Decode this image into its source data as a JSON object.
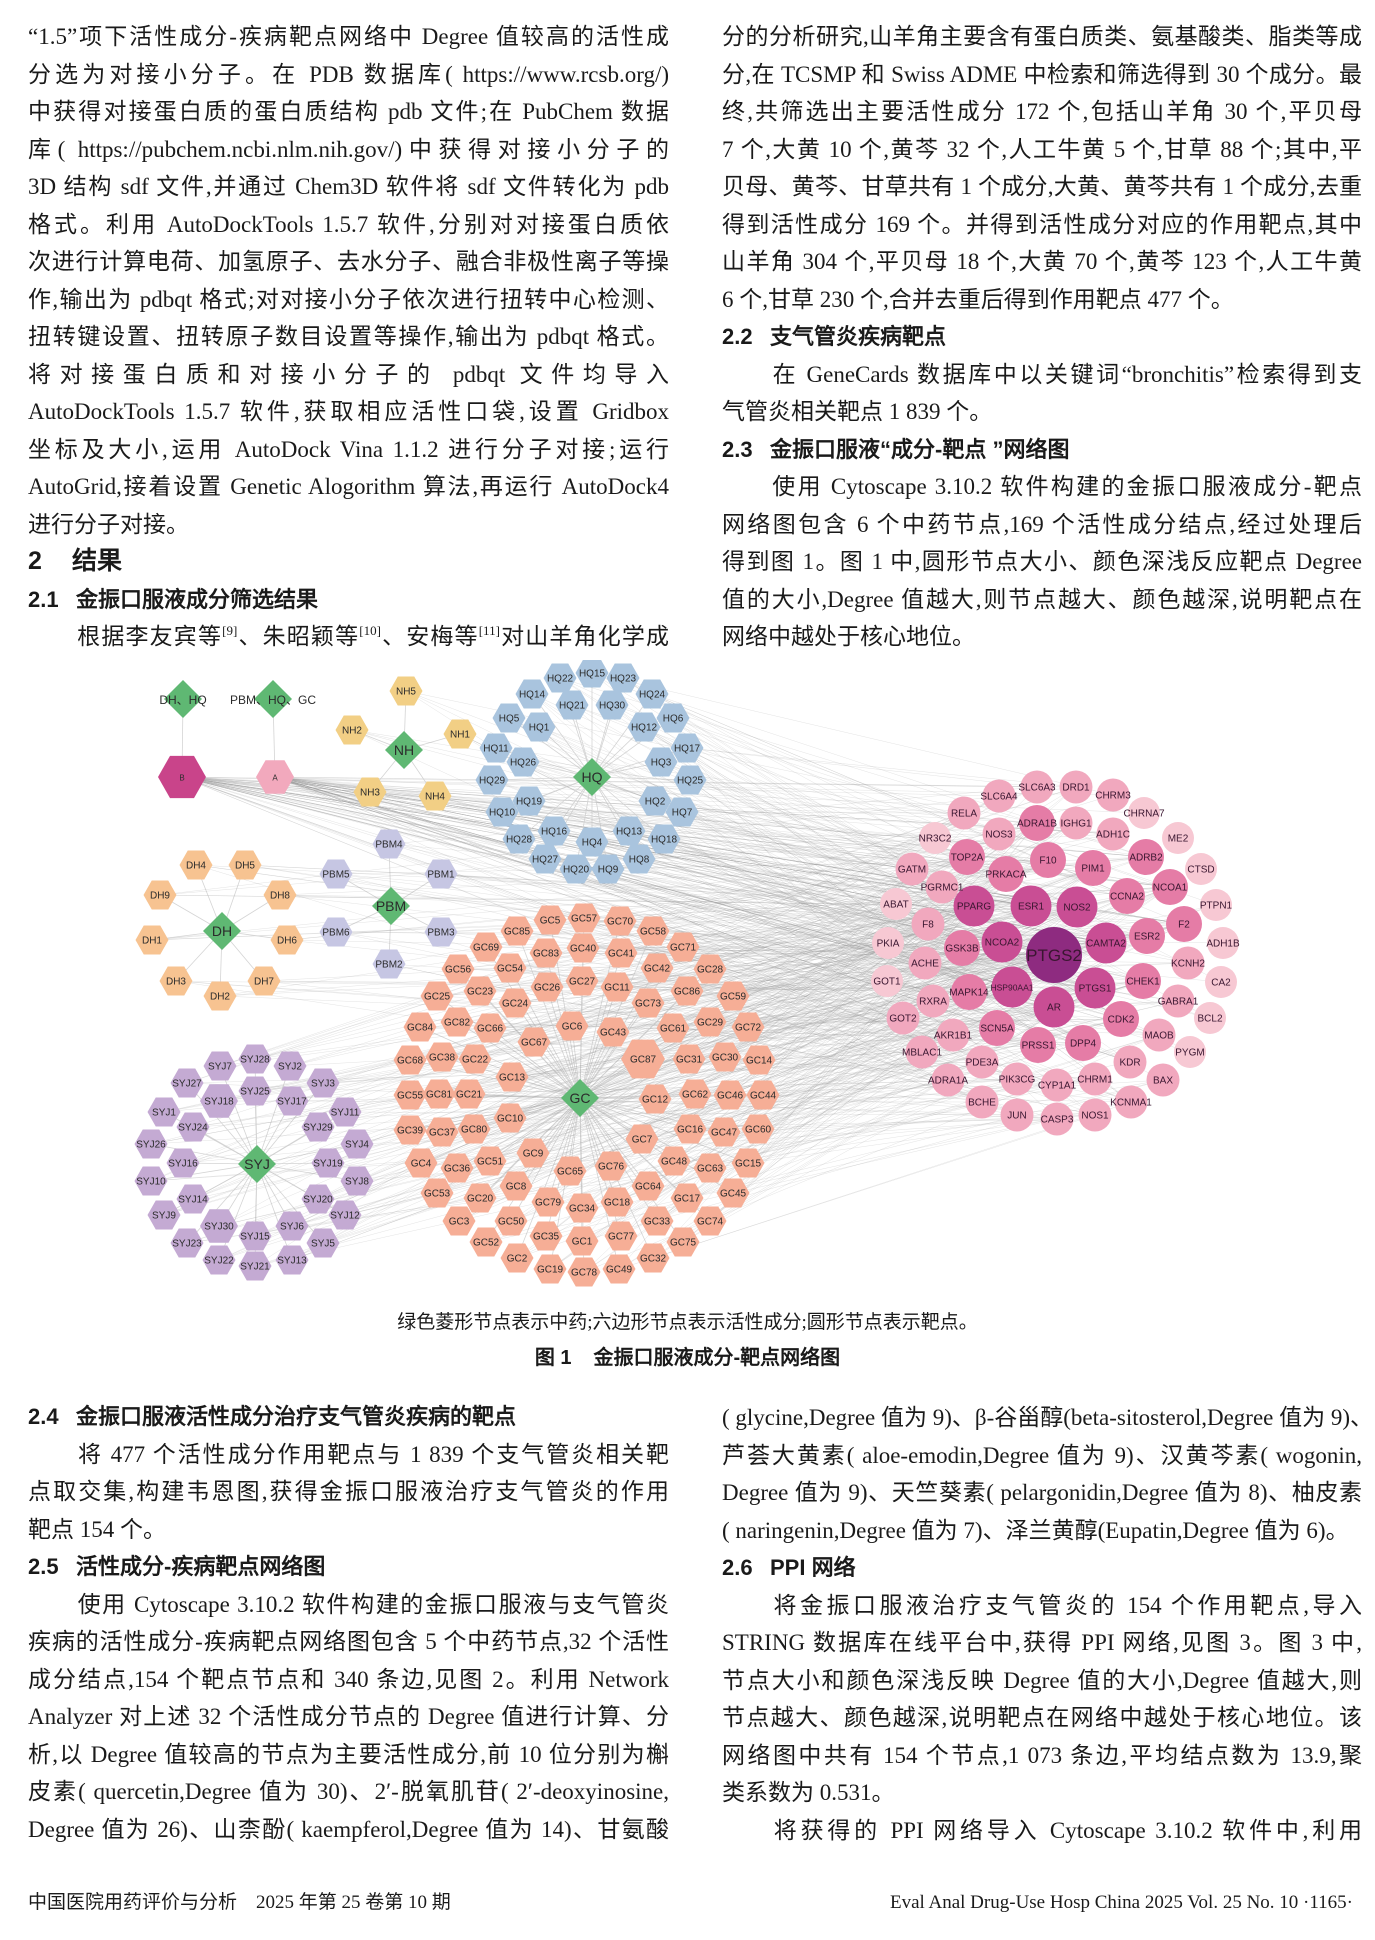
{
  "columns": {
    "left_top": [
      {
        "kind": "line",
        "text": "“1.5”项下活性成分-疾病靶点网络中 Degree 值较高的活性成"
      },
      {
        "kind": "line",
        "text": "分选为对接小分子。在 PDB 数据库( https://www.rcsb.org/)"
      },
      {
        "kind": "line",
        "text": "中获得对接蛋白质的蛋白质结构 pdb 文件;在 PubChem 数据"
      },
      {
        "kind": "line",
        "text": "库( https://pubchem.ncbi.nlm.nih.gov/)中获得对接小分子的"
      },
      {
        "kind": "line",
        "text": "3D 结构 sdf 文件,并通过 Chem3D 软件将 sdf 文件转化为 pdb"
      },
      {
        "kind": "line",
        "text": "格式。利用 AutoDockTools 1.5.7 软件,分别对对接蛋白质依"
      },
      {
        "kind": "line",
        "text": "次进行计算电荷、加氢原子、去水分子、融合非极性离子等操"
      },
      {
        "kind": "line",
        "text": "作,输出为 pdbqt 格式;对对接小分子依次进行扭转中心检测、"
      },
      {
        "kind": "line",
        "text": "扭转键设置、扭转原子数目设置等操作,输出为 pdbqt 格式。"
      },
      {
        "kind": "line",
        "text": "将对接蛋白质和对接小分子的 pdbqt 文件均导入"
      },
      {
        "kind": "line",
        "text": "AutoDockTools 1.5.7 软件,获取相应活性口袋,设置 Gridbox"
      },
      {
        "kind": "line",
        "text": "坐标及大小,运用 AutoDock Vina 1.1.2 进行分子对接;运行"
      },
      {
        "kind": "line",
        "text": "AutoGrid,接着设置 Genetic Alogorithm 算法,再运行 AutoDock4"
      },
      {
        "kind": "end",
        "text": "进行分子对接。"
      },
      {
        "kind": "h1",
        "num": "2",
        "text": "结果"
      },
      {
        "kind": "h2",
        "num": "2.1",
        "text": "金振口服液成分筛选结果"
      },
      {
        "kind": "start",
        "parts": [
          "根据李友宾等",
          "[9]",
          "、朱昭颖等",
          "[10]",
          "、安梅等",
          "[11]",
          "对山羊角化学成"
        ]
      }
    ],
    "right_top": [
      {
        "kind": "line",
        "text": "分的分析研究,山羊角主要含有蛋白质类、氨基酸类、脂类等成"
      },
      {
        "kind": "line",
        "text": "分,在 TCSMP 和 Swiss ADME 中检索和筛选得到 30 个成分。最"
      },
      {
        "kind": "line",
        "text": "终,共筛选出主要活性成分 172 个,包括山羊角 30 个,平贝母"
      },
      {
        "kind": "line",
        "text": "7 个,大黄 10 个,黄芩 32 个,人工牛黄 5 个,甘草 88 个;其中,平"
      },
      {
        "kind": "line",
        "text": "贝母、黄芩、甘草共有 1 个成分,大黄、黄芩共有 1 个成分,去重"
      },
      {
        "kind": "line",
        "text": "得到活性成分 169 个。并得到活性成分对应的作用靶点,其中"
      },
      {
        "kind": "line",
        "text": "山羊角 304 个,平贝母 18 个,大黄 70 个,黄芩 123 个,人工牛黄"
      },
      {
        "kind": "end",
        "text": "6 个,甘草 230 个,合并去重后得到作用靶点 477 个。"
      },
      {
        "kind": "h2",
        "num": "2.2",
        "text": "支气管炎疾病靶点"
      },
      {
        "kind": "start",
        "text": "在 GeneCards 数据库中以关键词“bronchitis”检索得到支"
      },
      {
        "kind": "end",
        "text": "气管炎相关靶点 1 839 个。"
      },
      {
        "kind": "h2",
        "num": "2.3",
        "text": "金振口服液“成分-靶点 ”网络图"
      },
      {
        "kind": "start",
        "text": "使用 Cytoscape 3.10.2 软件构建的金振口服液成分-靶点"
      },
      {
        "kind": "line",
        "text": "网络图包含 6 个中药节点,169 个活性成分结点,经过处理后"
      },
      {
        "kind": "line",
        "text": "得到图 1。图 1 中,圆形节点大小、颜色深浅反应靶点 Degree"
      },
      {
        "kind": "line",
        "text": "值的大小,Degree 值越大,则节点越大、颜色越深,说明靶点在"
      },
      {
        "kind": "end",
        "text": "网络中越处于核心地位。"
      }
    ],
    "left_bottom": [
      {
        "kind": "h2",
        "num": "2.4",
        "text": "金振口服液活性成分治疗支气管炎疾病的靶点"
      },
      {
        "kind": "start",
        "text": "将 477 个活性成分作用靶点与 1 839 个支气管炎相关靶"
      },
      {
        "kind": "line",
        "text": "点取交集,构建韦恩图,获得金振口服液治疗支气管炎的作用"
      },
      {
        "kind": "end",
        "text": "靶点 154 个。"
      },
      {
        "kind": "h2",
        "num": "2.5",
        "text": "活性成分-疾病靶点网络图"
      },
      {
        "kind": "start",
        "text": "使用 Cytoscape 3.10.2 软件构建的金振口服液与支气管炎"
      },
      {
        "kind": "line",
        "text": "疾病的活性成分-疾病靶点网络图包含 5 个中药节点,32 个活性"
      },
      {
        "kind": "line",
        "text": "成分结点,154 个靶点节点和 340 条边,见图 2。利用 Network"
      },
      {
        "kind": "line",
        "text": "Analyzer 对上述 32 个活性成分节点的 Degree 值进行计算、分"
      },
      {
        "kind": "line",
        "text": "析,以 Degree 值较高的节点为主要活性成分,前 10 位分别为槲"
      },
      {
        "kind": "line",
        "text": "皮素( quercetin,Degree 值为 30)、2′-脱氧肌苷( 2′-deoxyinosine,"
      },
      {
        "kind": "line",
        "text": "Degree 值为 26)、山柰酚( kaempferol,Degree 值为 14)、甘氨酸"
      }
    ],
    "right_bottom": [
      {
        "kind": "line",
        "text": "( glycine,Degree 值为 9)、β-谷甾醇(beta-sitosterol,Degree 值为 9)、"
      },
      {
        "kind": "line",
        "text": "芦荟大黄素( aloe-emodin,Degree 值为 9)、汉黄芩素( wogonin,"
      },
      {
        "kind": "line",
        "text": "Degree 值为 9)、天竺葵素( pelargonidin,Degree 值为 8)、柚皮素"
      },
      {
        "kind": "end",
        "text": "( naringenin,Degree 值为 7)、泽兰黄醇(Eupatin,Degree 值为 6)。"
      },
      {
        "kind": "h2",
        "num": "2.6",
        "text": "PPI 网络"
      },
      {
        "kind": "start",
        "text": "将金振口服液治疗支气管炎的 154 个作用靶点,导入"
      },
      {
        "kind": "line",
        "text": "STRING 数据库在线平台中,获得 PPI 网络,见图 3。图 3 中,"
      },
      {
        "kind": "line",
        "text": "节点大小和颜色深浅反映 Degree 值的大小,Degree 值越大,则"
      },
      {
        "kind": "line",
        "text": "节点越大、颜色越深,说明靶点在网络中越处于核心地位。该"
      },
      {
        "kind": "line",
        "text": "网络图中共有 154 个节点,1 073 条边,平均结点数为 13.9,聚"
      },
      {
        "kind": "end",
        "text": "类系数为 0.531。"
      },
      {
        "kind": "start",
        "text": "将获得的 PPI 网络导入 Cytoscape 3.10.2 软件中,利用"
      }
    ]
  },
  "figure": {
    "colors": {
      "herb": "#5fb873",
      "edge": "#9a9a9a",
      "herb_edge": "#cfcfcf",
      "label": "#2b2b2b"
    },
    "herbs": [
      "DH、HQ",
      "PBM、HQ、GC",
      "NH",
      "PBM",
      "DH",
      "HQ",
      "GC",
      "SYJ"
    ],
    "shared_ingredients": [
      {
        "label": "B",
        "herb": "DH、HQ",
        "color": "#c9448a"
      },
      {
        "label": "A",
        "herb": "PBM、HQ、GC",
        "color": "#f2a9bd"
      }
    ],
    "ingredient_groups": [
      {
        "herb": "NH",
        "color": "#f2cf85",
        "nodes": [
          "NH1",
          "NH2",
          "NH3",
          "NH4",
          "NH5"
        ]
      },
      {
        "herb": "PBM",
        "color": "#c6c6e3",
        "nodes": [
          "PBM1",
          "PBM2",
          "PBM3",
          "PBM4",
          "PBM5",
          "PBM6"
        ]
      },
      {
        "herb": "DH",
        "color": "#f7c391",
        "nodes": [
          "DH1",
          "DH2",
          "DH3",
          "DH4",
          "DH5",
          "DH6",
          "DH7",
          "DH8",
          "DH9"
        ]
      },
      {
        "herb": "HQ",
        "color": "#a9c4de",
        "nodes": [
          "HQ1",
          "HQ2",
          "HQ3",
          "HQ4",
          "HQ5",
          "HQ6",
          "HQ7",
          "HQ8",
          "HQ9",
          "HQ10",
          "HQ11",
          "HQ12",
          "HQ13",
          "HQ14",
          "HQ15",
          "HQ16",
          "HQ17",
          "HQ18",
          "HQ19",
          "HQ20",
          "HQ21",
          "HQ22",
          "HQ23",
          "HQ24",
          "HQ25",
          "HQ26",
          "HQ27",
          "HQ28",
          "HQ29",
          "HQ30"
        ]
      },
      {
        "herb": "GC",
        "color": "#f6ae96",
        "nodes": [
          "GC1",
          "GC2",
          "GC3",
          "GC4",
          "GC5",
          "GC6",
          "GC7",
          "GC8",
          "GC9",
          "GC10",
          "GC11",
          "GC12",
          "GC13",
          "GC14",
          "GC15",
          "GC16",
          "GC17",
          "GC18",
          "GC19",
          "GC20",
          "GC21",
          "GC22",
          "GC23",
          "GC24",
          "GC25",
          "GC26",
          "GC27",
          "GC28",
          "GC29",
          "GC30",
          "GC31",
          "GC32",
          "GC33",
          "GC34",
          "GC35",
          "GC36",
          "GC37",
          "GC38",
          "GC39",
          "GC40",
          "GC41",
          "GC42",
          "GC43",
          "GC44",
          "GC45",
          "GC46",
          "GC47",
          "GC48",
          "GC49",
          "GC50",
          "GC51",
          "GC52",
          "GC53",
          "GC54",
          "GC55",
          "GC56",
          "GC57",
          "GC58",
          "GC59",
          "GC60",
          "GC61",
          "GC62",
          "GC63",
          "GC64",
          "GC65",
          "GC66",
          "GC67",
          "GC68",
          "GC69",
          "GC70",
          "GC71",
          "GC72",
          "GC73",
          "GC74",
          "GC75",
          "GC76",
          "GC77",
          "GC78",
          "GC79",
          "GC80",
          "GC81",
          "GC82",
          "GC83",
          "GC84",
          "GC85",
          "GC86",
          "GC87"
        ]
      },
      {
        "herb": "SYJ",
        "color": "#c4aad3",
        "nodes": [
          "SYJ1",
          "SYJ2",
          "SYJ3",
          "SYJ4",
          "SYJ5",
          "SYJ6",
          "SYJ7",
          "SYJ8",
          "SYJ9",
          "SYJ10",
          "SYJ11",
          "SYJ12",
          "SYJ13",
          "SYJ14",
          "SYJ15",
          "SYJ16",
          "SYJ17",
          "SYJ18",
          "SYJ19",
          "SYJ20",
          "SYJ21",
          "SYJ22",
          "SYJ23",
          "SYJ24",
          "SYJ25",
          "SYJ26",
          "SYJ27",
          "SYJ28",
          "SYJ29",
          "SYJ30"
        ]
      }
    ],
    "degree_colors": [
      "#f7c8d3",
      "#f1a8be",
      "#e57ca6",
      "#c94e94",
      "#8e2b80"
    ],
    "targets": [
      {
        "label": "PTGS2",
        "level": 5
      },
      {
        "label": "ESR1",
        "level": 4
      },
      {
        "label": "NOS2",
        "level": 4
      },
      {
        "label": "PPARG",
        "level": 4
      },
      {
        "label": "NCOA2",
        "level": 4
      },
      {
        "label": "HSP90AA1",
        "level": 4
      },
      {
        "label": "AR",
        "level": 4
      },
      {
        "label": "CAMTA2",
        "level": 4
      },
      {
        "label": "PTGS1",
        "level": 4
      },
      {
        "label": "F10",
        "level": 3
      },
      {
        "label": "PIM1",
        "level": 3
      },
      {
        "label": "PRKACA",
        "level": 3
      },
      {
        "label": "GSK3B",
        "level": 3
      },
      {
        "label": "MAPK14",
        "level": 3
      },
      {
        "label": "SCN5A",
        "level": 3
      },
      {
        "label": "PRSS1",
        "level": 3
      },
      {
        "label": "DPP4",
        "level": 3
      },
      {
        "label": "CDK2",
        "level": 3
      },
      {
        "label": "CCNA2",
        "level": 3
      },
      {
        "label": "ESR2",
        "level": 3
      },
      {
        "label": "ADRB2",
        "level": 3
      },
      {
        "label": "F2",
        "level": 3
      },
      {
        "label": "CHEK1",
        "level": 3
      },
      {
        "label": "TOP2A",
        "level": 3
      },
      {
        "label": "ADRA1B",
        "level": 3
      },
      {
        "label": "NCOA1",
        "level": 3
      },
      {
        "label": "RXRA",
        "level": 2
      },
      {
        "label": "F8",
        "level": 2
      },
      {
        "label": "ACHE",
        "level": 2
      },
      {
        "label": "NOS3",
        "level": 2
      },
      {
        "label": "IGHG1",
        "level": 2
      },
      {
        "label": "ADH1C",
        "level": 2
      },
      {
        "label": "KCNH2",
        "level": 2
      },
      {
        "label": "GABRA1",
        "level": 2
      },
      {
        "label": "MAOB",
        "level": 2
      },
      {
        "label": "KDR",
        "level": 2
      },
      {
        "label": "PIK3CG",
        "level": 2
      },
      {
        "label": "CHRM1",
        "level": 2
      },
      {
        "label": "CYP1A1",
        "level": 2
      },
      {
        "label": "PDE3A",
        "level": 2
      },
      {
        "label": "AKR1B1",
        "level": 2
      },
      {
        "label": "SLC6A4",
        "level": 2
      },
      {
        "label": "SLC6A3",
        "level": 2
      },
      {
        "label": "DRD1",
        "level": 2
      },
      {
        "label": "RELA",
        "level": 2
      },
      {
        "label": "CHRM3",
        "level": 2
      },
      {
        "label": "GATM",
        "level": 2
      },
      {
        "label": "PGRMC1",
        "level": 2
      },
      {
        "label": "BCHE",
        "level": 2
      },
      {
        "label": "CASP3",
        "level": 2
      },
      {
        "label": "NOS1",
        "level": 2
      },
      {
        "label": "JUN",
        "level": 2
      },
      {
        "label": "KCNMA1",
        "level": 2
      },
      {
        "label": "BAX",
        "level": 2
      },
      {
        "label": "ADRA1A",
        "level": 2
      },
      {
        "label": "MBLAC1",
        "level": 2
      },
      {
        "label": "GOT2",
        "level": 2
      },
      {
        "label": "CHRNA7",
        "level": 1
      },
      {
        "label": "ME2",
        "level": 1
      },
      {
        "label": "CTSD",
        "level": 1
      },
      {
        "label": "PTPN1",
        "level": 1
      },
      {
        "label": "ADH1B",
        "level": 1
      },
      {
        "label": "CA2",
        "level": 1
      },
      {
        "label": "BCL2",
        "level": 1
      },
      {
        "label": "PYGM",
        "level": 1
      },
      {
        "label": "NR3C2",
        "level": 1
      },
      {
        "label": "ABAT",
        "level": 1
      },
      {
        "label": "PKIA",
        "level": 1
      },
      {
        "label": "GOT1",
        "level": 1
      }
    ],
    "note": "绿色菱形节点表示中药;六边形节点表示活性成分;圆形节点表示靶点。",
    "title_num": "图 1",
    "title": "金振口服液成分-靶点网络图"
  },
  "footer": {
    "left": "中国医院用药评价与分析　2025 年第 25 卷第 10 期",
    "right": "Eval Anal Drug-Use Hosp China 2025 Vol. 25 No. 10 ·1165·"
  }
}
